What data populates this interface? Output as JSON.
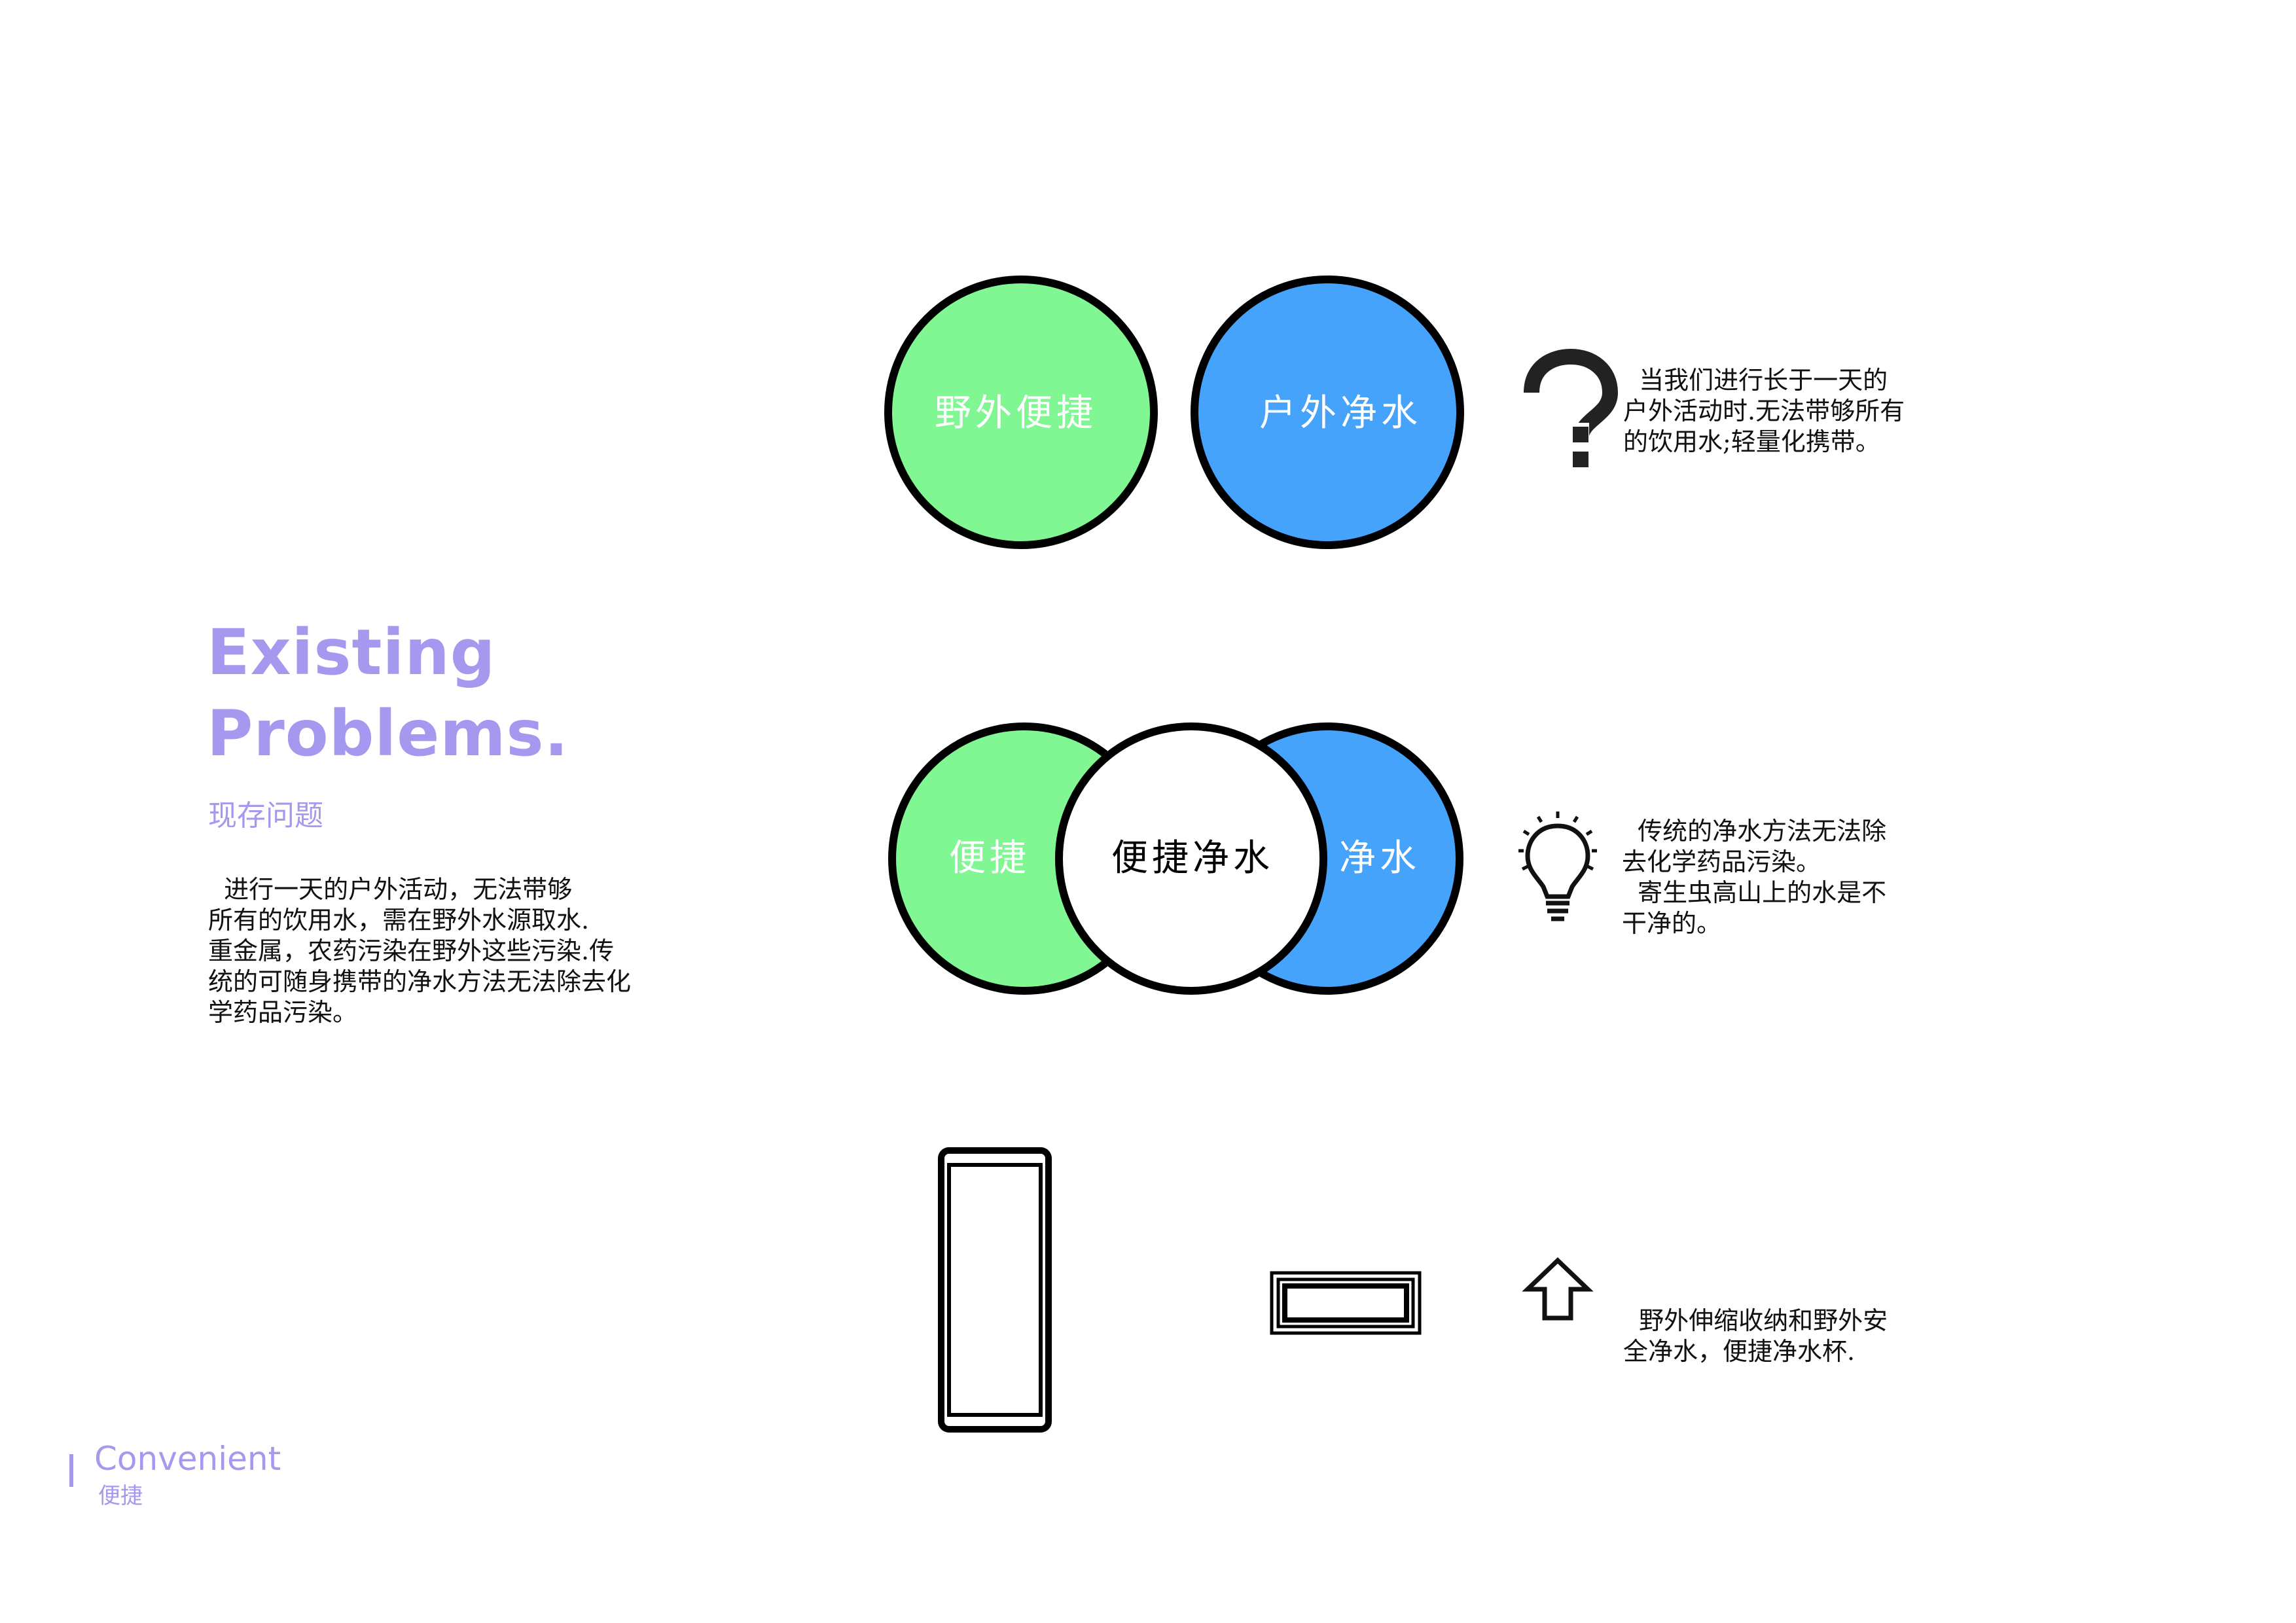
{
  "colors": {
    "accent": "#a599ef",
    "green": "#80f793",
    "blue": "#45a3fb",
    "outline": "#000000"
  },
  "title": {
    "line1": "Existing",
    "line2": "Problems.",
    "subtitle": "现存问题"
  },
  "intro": {
    "lines": [
      "  进行一天的户外活动，无法带够",
      "所有的饮用水，需在野外水源取水.",
      "重金属，农药污染在野外这些污染.传",
      "统的可随身携带的净水方法无法除去化",
      "学药品污染。"
    ]
  },
  "row1": {
    "left_circle": "野外便捷",
    "right_circle": "户外净水",
    "icon": "question-mark-icon",
    "text_lines": [
      "  当我们进行长于一天的",
      "户外活动时.无法带够所有",
      "的饮用水;轻量化携带。"
    ]
  },
  "row2": {
    "left_circle": "便捷",
    "center_circle": "便捷净水",
    "right_circle": "净水",
    "icon": "lightbulb-icon",
    "text_lines": [
      "  传统的净水方法无法除",
      "去化学药品污染。",
      "  寄生虫高山上的水是不",
      "干净的。"
    ]
  },
  "row3": {
    "shapes": [
      "expanded-cup-shape",
      "collapsed-cup-shape"
    ],
    "icon": "up-arrow-icon",
    "text_lines": [
      "  野外伸缩收纳和野外安",
      "全净水，便捷净水杯."
    ]
  },
  "footer": {
    "label": "Convenient",
    "sublabel": "便捷"
  }
}
